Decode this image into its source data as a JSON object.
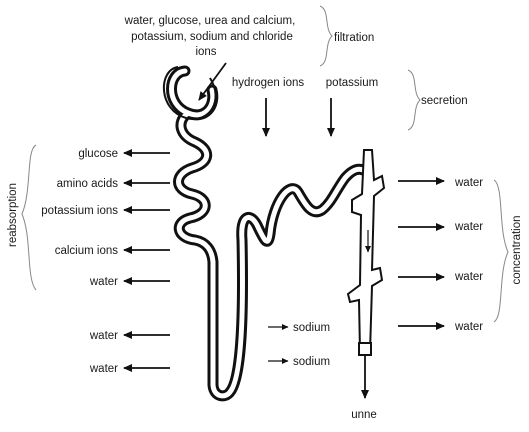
{
  "labels": {
    "filtered_substances": [
      "water, glucose, urea and  calcium,",
      "potassium, sodium and chloride",
      "ions"
    ],
    "filtration": "filtration",
    "secretion": "secretion",
    "reabsorption": "reabsorption",
    "concentration": "concentration",
    "hydrogen_ions": "hydrogen ions",
    "potassium": "potassium",
    "urine": "unne"
  },
  "reabsorbed": [
    "glucose",
    "amino acids",
    "potassium ions",
    "calcium ions",
    "water",
    "water",
    "water"
  ],
  "concentrated": [
    "water",
    "water",
    "water",
    "water"
  ],
  "sodium": [
    "sodium",
    "sodium"
  ]
}
